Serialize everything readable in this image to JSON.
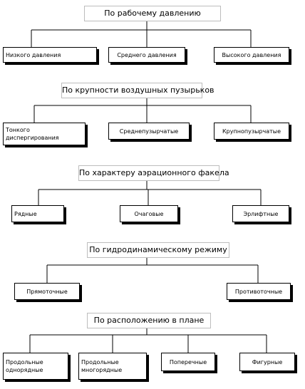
{
  "groups": [
    {
      "title": "По рабочему давлению",
      "items": [
        "Низкого давления",
        "Среднего давления",
        "Высокого давления"
      ]
    },
    {
      "title": "По крупности воздушных пузырьков",
      "items": [
        "Тонкого диспергирования",
        "Среднепузырчатые",
        "Крупнопузырчатые"
      ]
    },
    {
      "title": "По характеру аэрационного факела",
      "items": [
        "Рядные",
        "Очаговые",
        "Эрлифтные"
      ]
    },
    {
      "title": "По гидродинамическому режиму",
      "items": [
        "Прямоточные",
        "Противоточные"
      ]
    },
    {
      "title": "По расположению в плане",
      "items": [
        "Продольные однорядные",
        "Продольные многорядные",
        "Поперечные",
        "Фигурные"
      ]
    }
  ]
}
